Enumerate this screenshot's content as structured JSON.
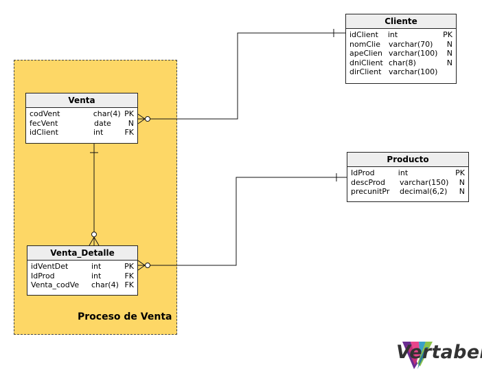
{
  "area": {
    "label": "Proceso de Venta"
  },
  "brand": {
    "name": "Vertabelo"
  },
  "tables": {
    "venta": {
      "title": "Venta",
      "columns": [
        {
          "name": "codVent",
          "type": "char(4)",
          "key": "PK"
        },
        {
          "name": "fecVent",
          "type": "date",
          "key": "N"
        },
        {
          "name": "idClient",
          "type": "int",
          "key": "FK"
        }
      ]
    },
    "venta_detalle": {
      "title": "Venta_Detalle",
      "columns": [
        {
          "name": "idVentDet",
          "type": "int",
          "key": "PK"
        },
        {
          "name": "IdProd",
          "type": "int",
          "key": "FK"
        },
        {
          "name": "Venta_codVe",
          "type": "char(4)",
          "key": "FK"
        }
      ]
    },
    "cliente": {
      "title": "Cliente",
      "columns": [
        {
          "name": "idClient",
          "type": "int",
          "key": "PK"
        },
        {
          "name": "nomClie",
          "type": "varchar(70)",
          "key": "N"
        },
        {
          "name": "apeClien",
          "type": "varchar(100)",
          "key": "N"
        },
        {
          "name": "dniClient",
          "type": "char(8)",
          "key": "N"
        },
        {
          "name": "dirClient",
          "type": "varchar(100)",
          "key": ""
        }
      ]
    },
    "producto": {
      "title": "Producto",
      "columns": [
        {
          "name": "IdProd",
          "type": "int",
          "key": "PK"
        },
        {
          "name": "descProd",
          "type": "varchar(150)",
          "key": "N"
        },
        {
          "name": "precunitPr",
          "type": "decimal(6,2)",
          "key": "N"
        }
      ]
    }
  }
}
